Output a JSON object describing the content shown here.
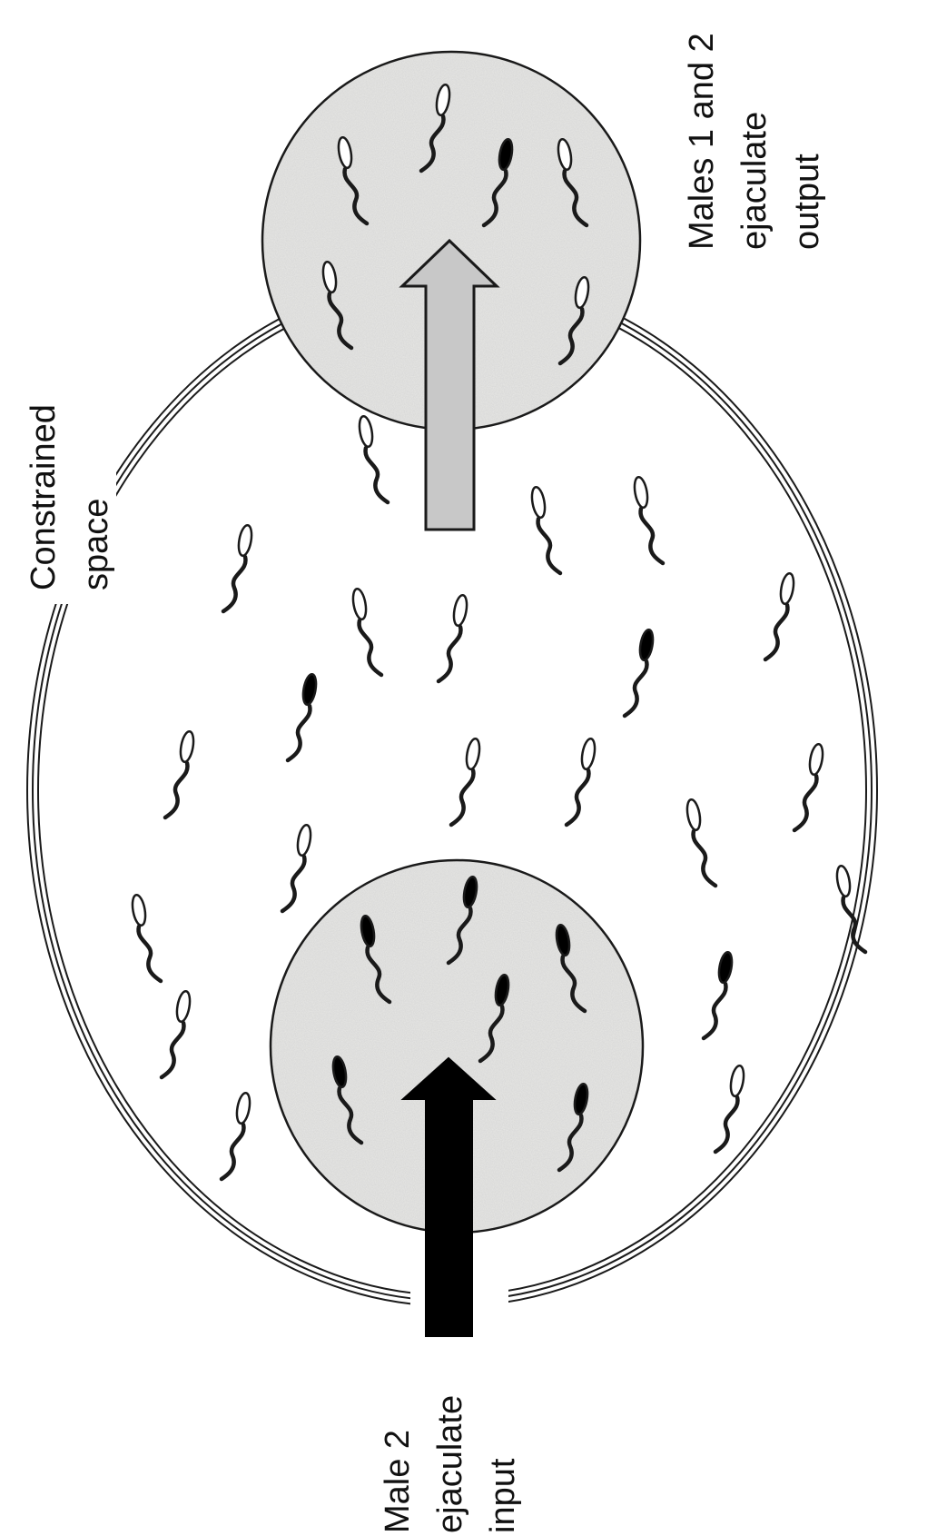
{
  "labels": {
    "output_line1": "Males 1 and 2",
    "output_line2": "ejaculate",
    "output_line3": "output",
    "space_line1": "Constrained",
    "space_line2": "space",
    "input_line1": "Male 2",
    "input_line2": "ejaculate",
    "input_line3": "input"
  },
  "colors": {
    "outline": "#1a1a1a",
    "region_fill": "#e8e8e6",
    "input_arrow": "#000000",
    "output_arrow": "#c8c8c8",
    "sperm_male1": "#ffffff",
    "sperm_male2": "#000000"
  }
}
